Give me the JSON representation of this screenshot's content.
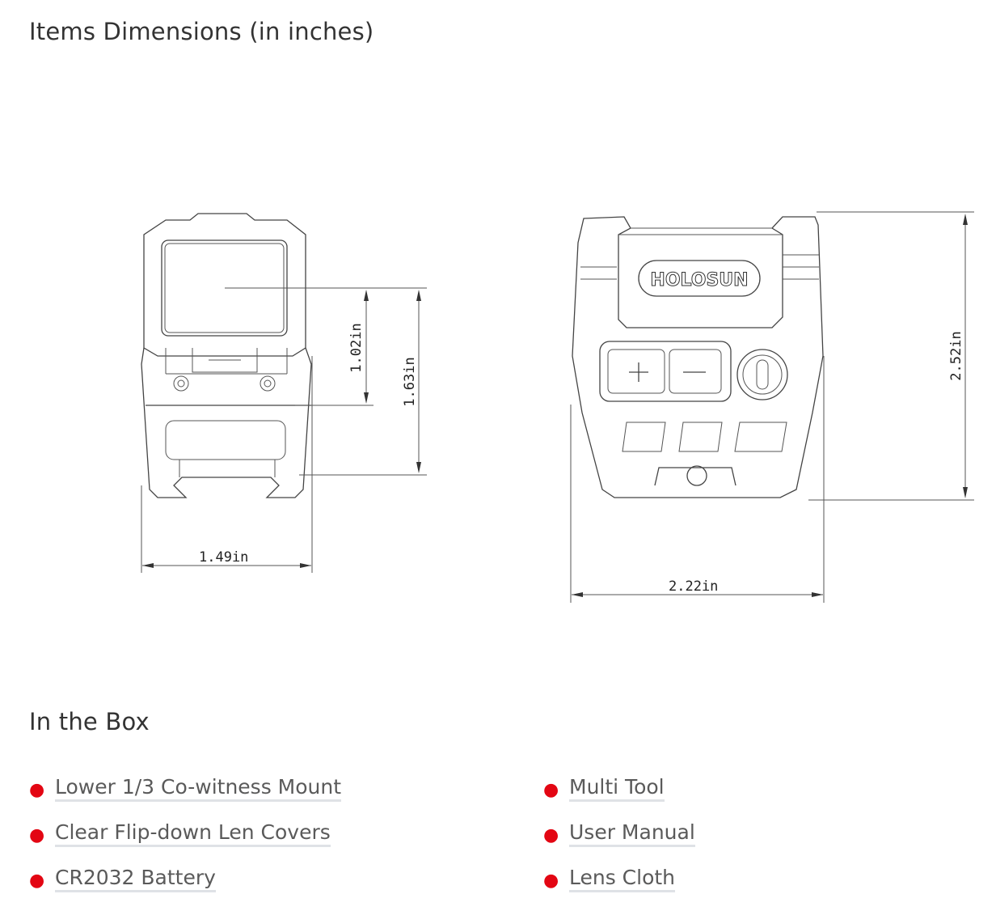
{
  "dimensions_section": {
    "title": "Items Dimensions (in inches)",
    "front_view": {
      "width_label": "1.49in",
      "window_height_label": "1.02in",
      "optic_height_label": "1.63in"
    },
    "rear_view": {
      "width_label": "2.22in",
      "height_label": "2.52in",
      "logo_text": "HOLOSUN",
      "plus_icon": "plus-button-icon",
      "minus_icon": "minus-button-icon"
    }
  },
  "box_section": {
    "title": "In the Box",
    "bullet_color": "#e30613",
    "left_items": [
      "Lower 1/3 Co-witness Mount",
      "Clear Flip-down Len Covers",
      "CR2032 Battery"
    ],
    "right_items": [
      "Multi Tool",
      "User Manual",
      "Lens Cloth"
    ]
  }
}
